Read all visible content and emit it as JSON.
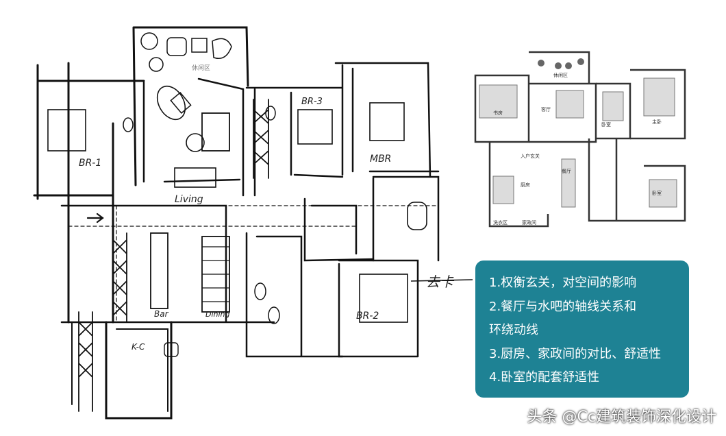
{
  "sketch_plan": {
    "room_labels": {
      "leisure": "休闲区",
      "br1": "BR-1",
      "br3": "BR-3",
      "mbr": "MBR",
      "living": "Living",
      "br2": "BR-2",
      "bar": "Bar",
      "dining": "Dining",
      "kc": "K-C"
    },
    "signature": "去卡"
  },
  "reference_plan": {
    "room_labels": {
      "leisure": "休闲区",
      "study": "书房",
      "living": "客厅",
      "mbr": "主卧",
      "entry_foyer": "入户玄关",
      "dining": "餐厅",
      "kitchen": "厨房",
      "laundry": "洗衣区",
      "service": "家政间",
      "br3": "卧室",
      "br2": "卧室"
    }
  },
  "notes": {
    "lines": [
      "1.权衡玄关，对空间的影响",
      "2.餐厅与水吧的轴线关系和",
      "环绕动线",
      "3.厨房、家政间的对比、舒适性",
      "4.卧室的配套舒适性"
    ],
    "background_color": "#1e8294"
  },
  "watermark": "头条 @Cc建筑装饰深化设计"
}
